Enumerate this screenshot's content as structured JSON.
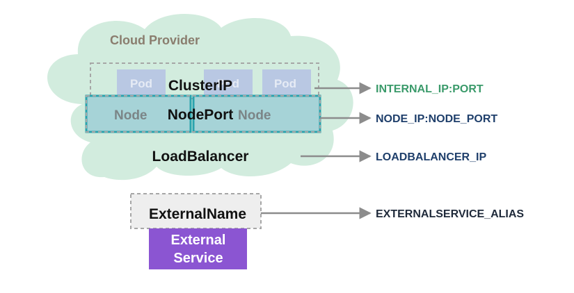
{
  "cloud": {
    "label": "Cloud Provider",
    "fill": "#d2ecde",
    "label_color": "#8a7d6e"
  },
  "pods": {
    "labels": [
      "Pod",
      "Pod",
      "Pod"
    ],
    "fill": "#b9c8e3",
    "label_color": "#e6ebf5"
  },
  "nodes": {
    "labels": [
      "Node",
      "Node"
    ],
    "fill": "#a6d3d7",
    "border": "#2aa3ae",
    "label_color": "#7b8587"
  },
  "services": {
    "cluster_ip": "ClusterIP",
    "node_port": "NodePort",
    "load_balancer": "LoadBalancer",
    "external_name": "ExternalName"
  },
  "external_service": {
    "line1": "External",
    "line2": "Service",
    "fill": "#8b55d2"
  },
  "endpoints": {
    "internal": "INTERNAL_IP:PORT",
    "node": "NODE_IP:NODE_PORT",
    "loadbalancer": "LOADBALANCER_IP",
    "external": "EXTERNALSERVICE_ALIAS"
  },
  "colors": {
    "internal_text": "#3a9a6a",
    "node_text": "#1f3f6b",
    "lb_text": "#1f3f6b",
    "external_text": "#1f2a3a",
    "arrow": "#8c8c8c",
    "dashed_border": "#a6a6a6"
  }
}
